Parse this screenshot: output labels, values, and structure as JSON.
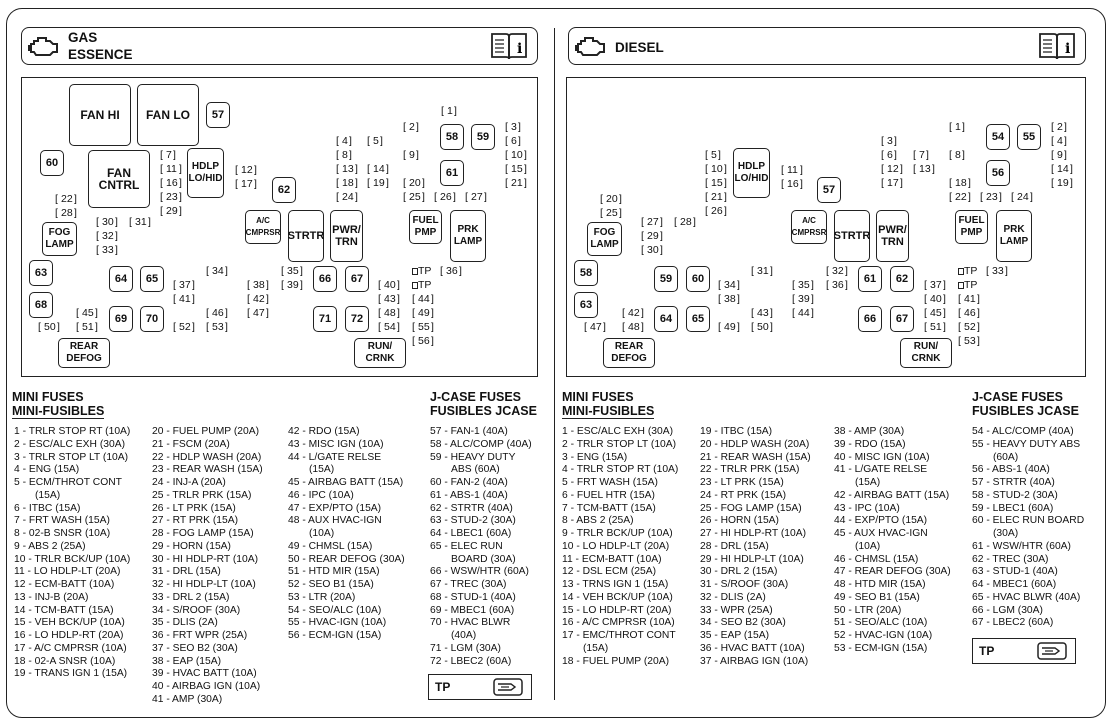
{
  "gas": {
    "title1": "GAS",
    "title2": "ESSENCE",
    "relays": [
      {
        "id": "fan-hi",
        "label": "FAN HI"
      },
      {
        "id": "fan-lo",
        "label": "FAN LO"
      },
      {
        "id": "fan-cntrl",
        "label": "FAN CNTRL"
      },
      {
        "id": "hdlp-lo-hid",
        "label": "HDLP LO/HID"
      },
      {
        "id": "fog-lamp",
        "label": "FOG LAMP"
      },
      {
        "id": "ac-cmprsr",
        "label": "A/C CMPRSR"
      },
      {
        "id": "strtr",
        "label": "STRTR"
      },
      {
        "id": "pwr-trn",
        "label": "PWR/ TRN"
      },
      {
        "id": "fuel-pmp",
        "label": "FUEL PMP"
      },
      {
        "id": "prk-lamp",
        "label": "PRK LAMP"
      },
      {
        "id": "rear-defog",
        "label": "REAR DEFOG"
      },
      {
        "id": "run-crnk",
        "label": "RUN/ CRNK"
      }
    ],
    "jfuses": [
      "57",
      "58",
      "59",
      "60",
      "61",
      "62",
      "63",
      "64",
      "65",
      "66",
      "67",
      "68",
      "69",
      "70",
      "71",
      "72"
    ],
    "minifuses": [
      "1",
      "2",
      "3",
      "4",
      "5",
      "6",
      "7",
      "8",
      "9",
      "10",
      "11",
      "12",
      "13",
      "14",
      "15",
      "16",
      "17",
      "18",
      "19",
      "20",
      "21",
      "22",
      "23",
      "24",
      "25",
      "26",
      "27",
      "28",
      "29",
      "30",
      "31",
      "32",
      "33",
      "34",
      "35",
      "36",
      "37",
      "38",
      "39",
      "40",
      "41",
      "42",
      "43",
      "44",
      "45",
      "46",
      "47",
      "48",
      "49",
      "50",
      "51",
      "52",
      "53",
      "54",
      "55",
      "56"
    ],
    "tp": [
      "TP",
      "TP"
    ],
    "mini_title1": "MINI FUSES",
    "mini_title2": "MINI-FUSIBLES",
    "jcase_title1": "J-CASE FUSES",
    "jcase_title2": "FUSIBLES JCASE",
    "list_col1": [
      "1 - TRLR STOP RT (10A)",
      "2 - ESC/ALC EXH (30A)",
      "3 - TRLR STOP LT (10A)",
      "4 - ENG (15A)",
      "5 - ECM/THROT CONT",
      "(15A)",
      "6 - ITBC (15A)",
      "7 - FRT WASH (15A)",
      "8 - 02-B SNSR (10A)",
      "9 - ABS 2 (25A)",
      "10 - TRLR BCK/UP (10A)",
      "11 - LO HDLP-LT (20A)",
      "12 - ECM-BATT (10A)",
      "13 - INJ-B (20A)",
      "14 - TCM-BATT (15A)",
      "15 - VEH BCK/UP (10A)",
      "16 - LO HDLP-RT (20A)",
      "17 - A/C CMPRSR (10A)",
      "18 - 02-A SNSR (10A)",
      "19 - TRANS IGN 1 (15A)"
    ],
    "list_col2": [
      "20 - FUEL PUMP (20A)",
      "21 - FSCM (20A)",
      "22 - HDLP WASH (20A)",
      "23 - REAR WASH (15A)",
      "24 - INJ-A (20A)",
      "25 - TRLR PRK (15A)",
      "26 - LT PRK (15A)",
      "27 - RT PRK (15A)",
      "28 - FOG LAMP (15A)",
      "29 - HORN (15A)",
      "30 - HI HDLP-RT (10A)",
      "31 - DRL (15A)",
      "32 - HI HDLP-LT (10A)",
      "33 - DRL 2 (15A)",
      "34 - S/ROOF (30A)",
      "35 - DLIS (2A)",
      "36 - FRT WPR (25A)",
      "37 - SEO B2 (30A)",
      "38 - EAP (15A)",
      "39 - HVAC BATT (10A)",
      "40 - AIRBAG IGN (10A)",
      "41 - AMP (30A)"
    ],
    "list_col3": [
      "42 - RDO (15A)",
      "43 - MISC IGN (10A)",
      "44 - L/GATE RELSE",
      "(15A)",
      "45 - AIRBAG BATT (15A)",
      "46 - IPC (10A)",
      "47 - EXP/PTO (15A)",
      "48 - AUX HVAC-IGN",
      "(10A)",
      "49 - CHMSL (15A)",
      "50 - REAR DEFOG (30A)",
      "51 - HTD MIR (15A)",
      "52 - SEO B1 (15A)",
      "53 - LTR (20A)",
      "54 - SEO/ALC (10A)",
      "55 - HVAC-IGN (10A)",
      "56 - ECM-IGN (15A)"
    ],
    "list_col4": [
      "57 - FAN-1 (40A)",
      "58 - ALC/COMP (40A)",
      "59 - HEAVY DUTY",
      "ABS (60A)",
      "60 - FAN-2 (40A)",
      "61 - ABS-1 (40A)",
      "62 - STRTR (40A)",
      "63 - STUD-2 (30A)",
      "64 - LBEC1 (60A)",
      "65 - ELEC RUN",
      "BOARD (30A)",
      "66 - WSW/HTR (60A)",
      "67 - TREC (30A)",
      "68 - STUD-1 (40A)",
      "69 - MBEC1 (60A)",
      "70 - HVAC BLWR",
      "(40A)",
      "71 - LGM (30A)",
      "72 - LBEC2 (60A)"
    ],
    "tp_label": "TP"
  },
  "diesel": {
    "title": "DIESEL",
    "relays": [
      {
        "id": "hdlp-lo-hid",
        "label": "HDLP LO/HID"
      },
      {
        "id": "fog-lamp",
        "label": "FOG LAMP"
      },
      {
        "id": "ac-cmprsr",
        "label": "A/C CMPRSR"
      },
      {
        "id": "strtr",
        "label": "STRTR"
      },
      {
        "id": "pwr-trn",
        "label": "PWR/ TRN"
      },
      {
        "id": "fuel-pmp",
        "label": "FUEL PMP"
      },
      {
        "id": "prk-lamp",
        "label": "PRK LAMP"
      },
      {
        "id": "rear-defog",
        "label": "REAR DEFOG"
      },
      {
        "id": "run-crnk",
        "label": "RUN/ CRNK"
      }
    ],
    "jfuses": [
      "54",
      "55",
      "56",
      "57",
      "58",
      "59",
      "60",
      "61",
      "62",
      "63",
      "64",
      "65",
      "66",
      "67"
    ],
    "minifuses": [
      "1",
      "2",
      "3",
      "4",
      "5",
      "6",
      "7",
      "8",
      "9",
      "10",
      "11",
      "12",
      "13",
      "14",
      "15",
      "16",
      "17",
      "18",
      "19",
      "20",
      "21",
      "22",
      "23",
      "24",
      "25",
      "26",
      "27",
      "28",
      "29",
      "30",
      "31",
      "32",
      "33",
      "34",
      "35",
      "36",
      "37",
      "38",
      "39",
      "40",
      "41",
      "42",
      "43",
      "44",
      "45",
      "46",
      "47",
      "48",
      "49",
      "50",
      "51",
      "52",
      "53"
    ],
    "tp": [
      "TP",
      "TP"
    ],
    "mini_title1": "MINI FUSES",
    "mini_title2": "MINI-FUSIBLES",
    "jcase_title1": "J-CASE FUSES",
    "jcase_title2": "FUSIBLES JCASE",
    "list_col1": [
      "1 - ESC/ALC EXH (30A)",
      "2 - TRLR STOP LT (10A)",
      "3 - ENG (15A)",
      "4 - TRLR STOP RT (10A)",
      "5 - FRT WASH (15A)",
      "6 - FUEL HTR (15A)",
      "7 - TCM-BATT (15A)",
      "8 - ABS 2 (25A)",
      "9 - TRLR BCK/UP (10A)",
      "10 - LO HDLP-LT (20A)",
      "11 - ECM-BATT (10A)",
      "12 - DSL ECM (25A)",
      "13 - TRNS IGN 1 (15A)",
      "14 - VEH BCK/UP (10A)",
      "15 - LO HDLP-RT (20A)",
      "16 - A/C CMPRSR (10A)",
      "17 - EMC/THROT CONT",
      "(15A)",
      "18 - FUEL PUMP (20A)"
    ],
    "list_col2": [
      "19 - ITBC (15A)",
      "20 - HDLP WASH (20A)",
      "21 - REAR WASH (15A)",
      "22 - TRLR PRK (15A)",
      "23 - LT PRK (15A)",
      "24 - RT PRK (15A)",
      "25 - FOG LAMP (15A)",
      "26 - HORN (15A)",
      "27 - HI HDLP-RT (10A)",
      "28 - DRL (15A)",
      "29 - HI HDLP-LT (10A)",
      "30 - DRL 2 (15A)",
      "31 - S/ROOF (30A)",
      "32 - DLIS (2A)",
      "33 - WPR (25A)",
      "34 - SEO B2 (30A)",
      "35 - EAP (15A)",
      "36 - HVAC BATT (10A)",
      "37 - AIRBAG IGN (10A)"
    ],
    "list_col3": [
      "38 - AMP (30A)",
      "39 - RDO (15A)",
      "40 - MISC IGN (10A)",
      "41 - L/GATE RELSE",
      "(15A)",
      "42 - AIRBAG BATT (15A)",
      "43 - IPC (10A)",
      "44 - EXP/PTO (15A)",
      "45 - AUX HVAC-IGN",
      "(10A)",
      "46 - CHMSL (15A)",
      "47 - REAR DEFOG (30A)",
      "48 - HTD MIR (15A)",
      "49 - SEO B1 (15A)",
      "50 - LTR (20A)",
      "51 - SEO/ALC (10A)",
      "52 - HVAC-IGN (10A)",
      "53 - ECM-IGN (15A)"
    ],
    "list_col4": [
      "54 - ALC/COMP (40A)",
      "55 - HEAVY DUTY ABS",
      "(60A)",
      "56 - ABS-1 (40A)",
      "57 - STRTR (40A)",
      "58 - STUD-2 (30A)",
      "59 - LBEC1 (60A)",
      "60 - ELEC RUN BOARD",
      "(30A)",
      "61 - WSW/HTR (60A)",
      "62 - TREC (30A)",
      "63 - STUD-1 (40A)",
      "64 - MBEC1 (60A)",
      "65 - HVAC BLWR (40A)",
      "66 - LGM (30A)",
      "67 - LBEC2 (60A)"
    ],
    "tp_label": "TP"
  }
}
